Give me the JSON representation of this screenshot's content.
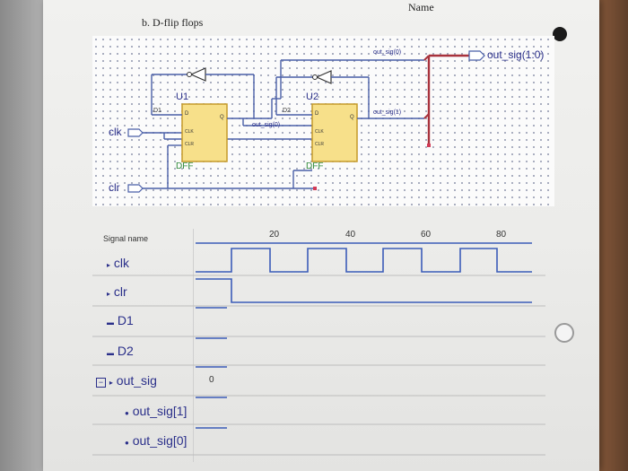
{
  "header": {
    "name_label": "Name",
    "question": "b.  D-flip flops"
  },
  "schematic": {
    "components": [
      {
        "ref": "U1",
        "type": "DFF"
      },
      {
        "ref": "U2",
        "type": "DFF"
      }
    ],
    "pin_labels": {
      "d": "D",
      "q": "Q",
      "clk": "CLK",
      "clr": "CLR"
    },
    "inputs": [
      "clk",
      "clr"
    ],
    "output": "out_sig(1:0)",
    "net_labels": [
      "out_sig(0)",
      "out_sig(1)",
      "out_sig(0)",
      "D1",
      "D2"
    ]
  },
  "waveform": {
    "header": "Signal name",
    "time_ticks": [
      "20",
      "40",
      "60",
      "80"
    ],
    "signals": [
      {
        "name": "clk",
        "icon": "input-arrow-icon"
      },
      {
        "name": "clr",
        "icon": "input-arrow-icon"
      },
      {
        "name": "D1",
        "icon": "wire-icon"
      },
      {
        "name": "D2",
        "icon": "wire-icon"
      },
      {
        "name": "out_sig",
        "icon": "expand-bus-icon",
        "value": "0"
      },
      {
        "name": "out_sig[1]",
        "icon": "bullet-icon"
      },
      {
        "name": "out_sig[0]",
        "icon": "bullet-icon"
      }
    ]
  },
  "colors": {
    "wire": "#4a5fa8",
    "component": "#f7e08a",
    "component_border": "#c59a2a",
    "bus": "#a8323c",
    "label": "#2a2f8a",
    "dff_text": "#2f8a3a"
  }
}
